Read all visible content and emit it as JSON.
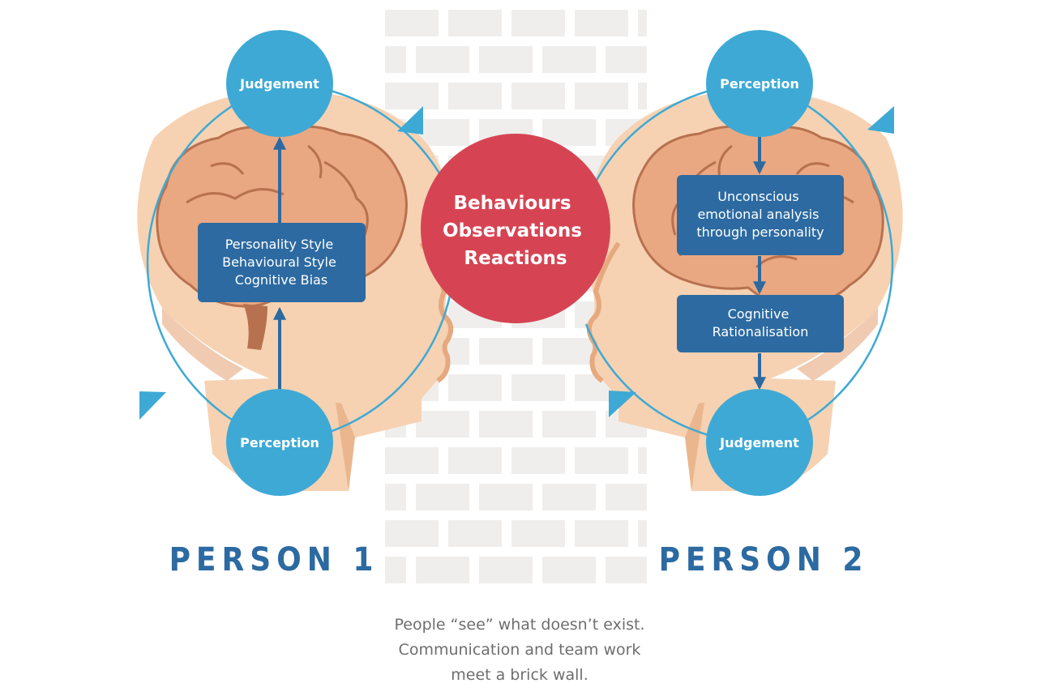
{
  "center": {
    "lines": [
      "Behaviours",
      "Observations",
      "Reactions"
    ],
    "color": "#d64453"
  },
  "person1": {
    "label": "PERSON 1",
    "top_node": "Judgement",
    "bottom_node": "Perception",
    "box_lines": [
      "Personality Style",
      "Behavioural Style",
      "Cognitive Bias"
    ]
  },
  "person2": {
    "label": "PERSON 2",
    "top_node": "Perception",
    "bottom_node": "Judgement",
    "box1_lines": [
      "Unconscious",
      "emotional analysis",
      "through personality"
    ],
    "box2_lines": [
      "Cognitive",
      "Rationalisation"
    ]
  },
  "caption": {
    "lines": [
      "People “see” what doesn’t exist.",
      "Communication and team work",
      "meet a brick wall."
    ]
  },
  "colors": {
    "node": "#3ea9d5",
    "box": "#2c6aa1",
    "label": "#2c6aa1",
    "skin": "#f6d2b2",
    "skin_shadow": "#e6a97f",
    "brain": "#e9a882",
    "brain_fold": "#b8714f",
    "brick": "#efeeec",
    "cycle_line": "#3ea9d5"
  },
  "icons": [
    "brain-icon",
    "head-silhouette-icon",
    "brick-wall-icon",
    "arrow-icon"
  ]
}
